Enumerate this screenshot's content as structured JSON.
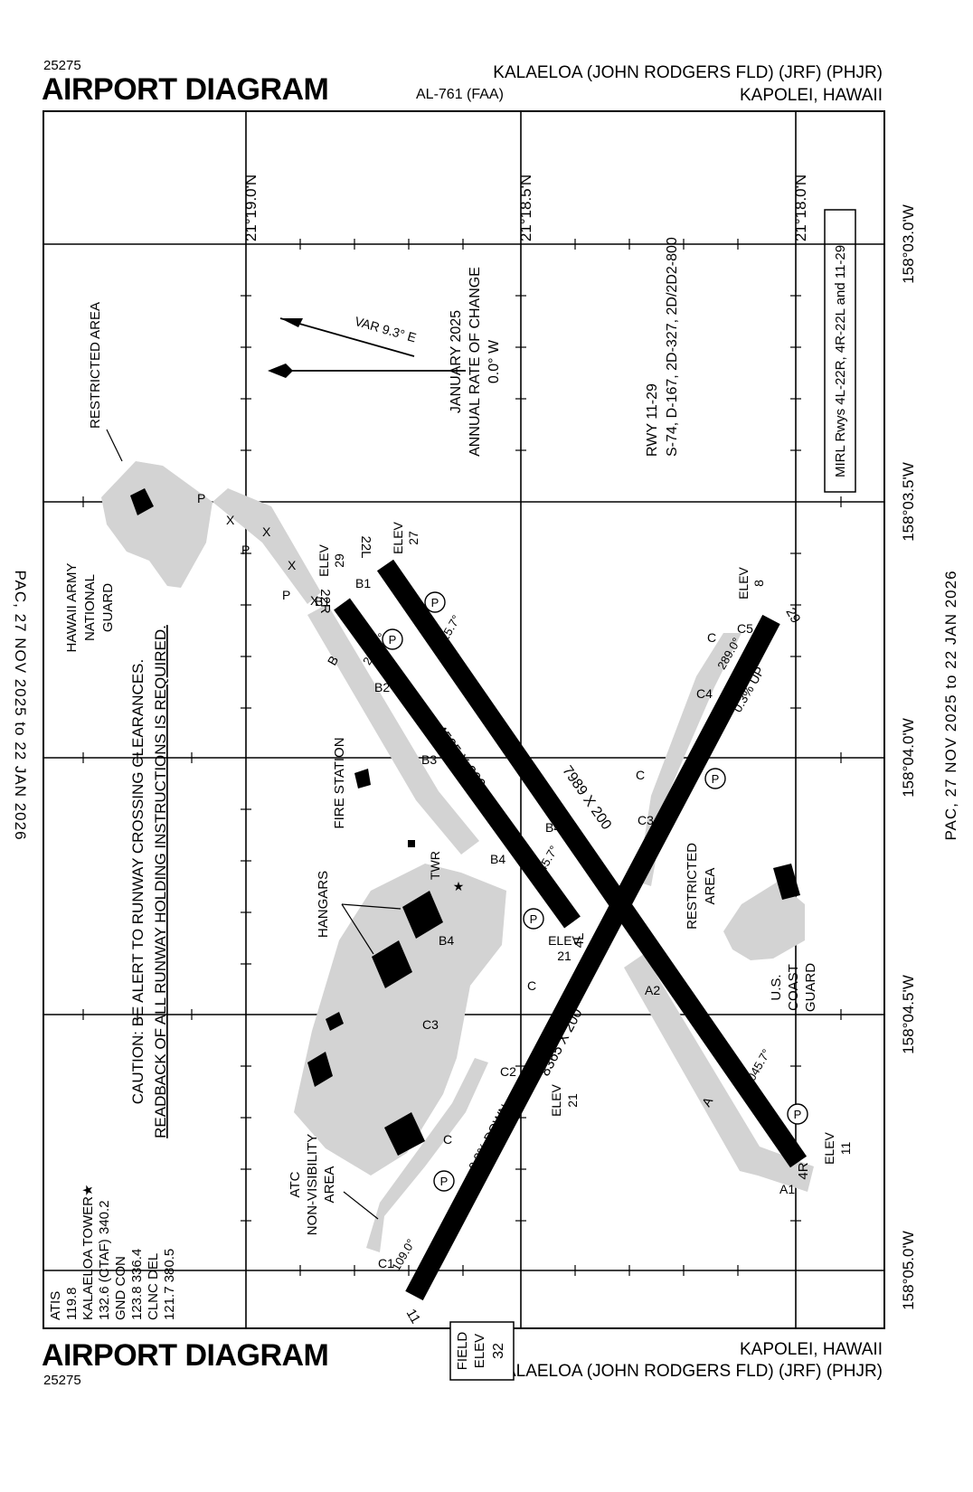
{
  "header": {
    "chart_number": "25275",
    "title": "AIRPORT DIAGRAM",
    "procedure_id": "AL-761 (FAA)",
    "airport_name": "KALAELOA (JOHN RODGERS FLD) (JRF) (PHJR)",
    "location": "KAPOLEI, HAWAII"
  },
  "footer": {
    "chart_number": "25275",
    "title": "AIRPORT DIAGRAM",
    "location": "KAPOLEI, HAWAII",
    "airport_name": "KALAELOA (JOHN RODGERS FLD) (JRF) (PHJR)"
  },
  "effective_dates": {
    "left": "PAC, 27 NOV 2025 to 22 JAN 2026",
    "right": "PAC, 27 NOV 2025 to 22 JAN 2026"
  },
  "grid": {
    "latitudes": [
      "21°19.0'N",
      "21°18.5'N",
      "21°18.0'N"
    ],
    "longitudes": [
      "158°03.0'W",
      "158°03.5'W",
      "158°04.0'W",
      "158°04.5'W",
      "158°05.0'W"
    ]
  },
  "magnetic": {
    "variation": "VAR 9.3° E",
    "epoch": "JANUARY 2025",
    "rate_label": "ANNUAL RATE OF CHANGE",
    "rate_value": "0.0° W"
  },
  "notes": {
    "rwy_strength_title": "RWY 11-29",
    "rwy_strength": "S-74, D-167, 2D-327, 2D/2D2-800",
    "lighting": "MIRL Rwys 4L-22R, 4R-22L and 11-29",
    "caution_line1": "CAUTION: BE ALERT TO RUNWAY CROSSING CLEARANCES.",
    "caution_line2": "READBACK OF ALL RUNWAY HOLDING INSTRUCTIONS IS REQUIRED."
  },
  "comms": {
    "atis_label": "ATIS",
    "atis_freq": "119.8",
    "tower_label": "KALAELOA TOWER★",
    "tower_freq": "132.6 (CTAF)",
    "tower_uhf": "340.2",
    "gnd_label": "GND CON",
    "gnd_freq": "123.8  336.4",
    "clnc_label": "CLNC DEL",
    "clnc_freq": "121.7  380.5"
  },
  "field_elev": {
    "label1": "FIELD",
    "label2": "ELEV",
    "value": "32"
  },
  "runways": [
    {
      "id": "4L-22R",
      "dimensions": "4505 X 200",
      "end_a": "4L",
      "end_b": "22R",
      "heading_a": "045.7°",
      "heading_b": "225.7°",
      "elev_a": "21",
      "elev_b": "29"
    },
    {
      "id": "4R-22L",
      "dimensions": "7989 X 200",
      "end_a": "4R",
      "end_b": "22L",
      "heading_a": "045.7°",
      "heading_b": "225.7°",
      "elev_a": "11",
      "elev_b": "27"
    },
    {
      "id": "11-29",
      "dimensions": "8365 X 200",
      "end_a": "11",
      "end_b": "29",
      "heading_a": "109.0°",
      "heading_b": "289.0°",
      "elev_a": "21",
      "elev_b": "8",
      "slope_a": "0.3% DOWN",
      "slope_b": "0.3% UP"
    }
  ],
  "labels": {
    "elev": "ELEV",
    "restricted_area": "RESTRICTED AREA",
    "restricted_line1": "RESTRICTED",
    "restricted_line2": "AREA",
    "army_line1": "HAWAII ARMY",
    "army_line2": "NATIONAL",
    "army_line3": "GUARD",
    "fire_station": "FIRE STATION",
    "hangars": "HANGARS",
    "twr": "TWR",
    "coast_line1": "U.S.",
    "coast_line2": "COAST",
    "coast_line3": "GUARD",
    "atc_line1": "ATC",
    "atc_line2": "NON-VISIBILITY",
    "atc_line3": "AREA",
    "parking": "P"
  },
  "taxiways": [
    "A",
    "A1",
    "A2",
    "B",
    "B1",
    "B2",
    "B3",
    "B4",
    "C",
    "C1",
    "C2",
    "C3",
    "C4",
    "C5",
    "P",
    "X"
  ]
}
